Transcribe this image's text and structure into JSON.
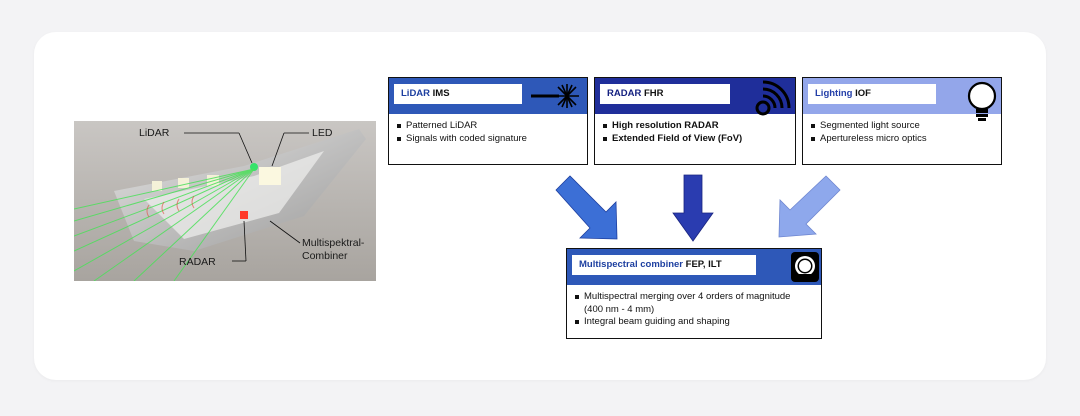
{
  "photo_labels": {
    "lidar": "LiDAR",
    "led": "LED",
    "combiner_line1": "Multispektral-",
    "combiner_line2": "Combiner",
    "radar": "RADAR"
  },
  "boxes": {
    "lidar": {
      "title_accent": "LiDAR",
      "title_rest": " IMS",
      "bullets": [
        "Patterned LiDAR",
        "Signals with coded signature"
      ],
      "head_color": "#2e58b8",
      "accent_color": "#1d3fa0",
      "icon": "laser-starburst-icon"
    },
    "radar": {
      "title_accent": "RADAR",
      "title_rest": " FHR",
      "bullets": [
        "High resolution RADAR",
        "Extended Field of View (FoV)"
      ],
      "head_color": "#1f2e9a",
      "accent_color": "#142080",
      "icon": "radar-signal-icon"
    },
    "lighting": {
      "title_accent": "Lighting",
      "title_rest": " IOF",
      "bullets": [
        "Segmented light source",
        "Apertureless micro optics"
      ],
      "head_color": "#93a6ea",
      "accent_color": "#233ea8",
      "icon": "light-bulb-icon"
    },
    "combiner": {
      "title_accent": "Multispectral combiner",
      "title_rest": " FEP, ILT",
      "bullets": [
        "Multispectral merging over 4 orders of magnitude",
        "Integral beam guiding and shaping"
      ],
      "bullet_continuation": "(400 nm - 4 mm)",
      "head_color": "#2e58b8",
      "accent_color": "#1d3fa0",
      "icon": "ring-aperture-icon"
    }
  },
  "arrow_colors": {
    "left": "#3c6fd6",
    "middle": "#2a3cb0",
    "right": "#8ea8ec"
  }
}
